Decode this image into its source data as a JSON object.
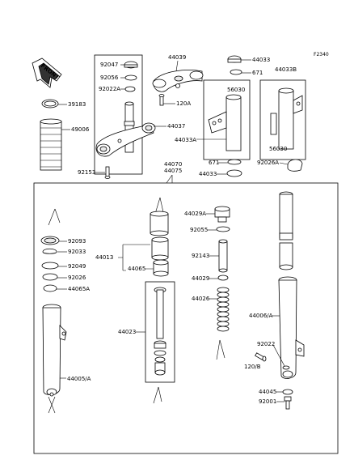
{
  "diagram_code": "F2340",
  "front_arrow_label": "FRONT",
  "labels": {
    "p44039": "44039",
    "p92047": "92047",
    "p92056": "92056",
    "p92022A": "92022A",
    "p120A": "120A",
    "p44037": "44037",
    "p92153": "92153",
    "p39183": "39183",
    "p49006": "49006",
    "p44033_top": "44033",
    "p671_top": "671",
    "p44033B": "44033B",
    "p56030_left": "56030",
    "p56030_right": "56030",
    "p44033A": "44033A",
    "p671_bot": "671",
    "p44033_bot": "44033",
    "p92026A": "92026A",
    "p44070": "44070",
    "p44075": "44075",
    "p44029A": "44029A",
    "p92055": "92055",
    "p92143": "92143",
    "p44029": "44029",
    "p44026": "44026",
    "p92093": "92093",
    "p92033": "92033",
    "p92049": "92049",
    "p92026": "92026",
    "p44065A": "44065A",
    "p44013": "44013",
    "p44065": "44065",
    "p44023": "44023",
    "p44005A": "44005/A",
    "p44006A": "44006/A",
    "p92022": "92022",
    "p120B": "120/B",
    "p44045": "44045",
    "p92001": "92001"
  }
}
